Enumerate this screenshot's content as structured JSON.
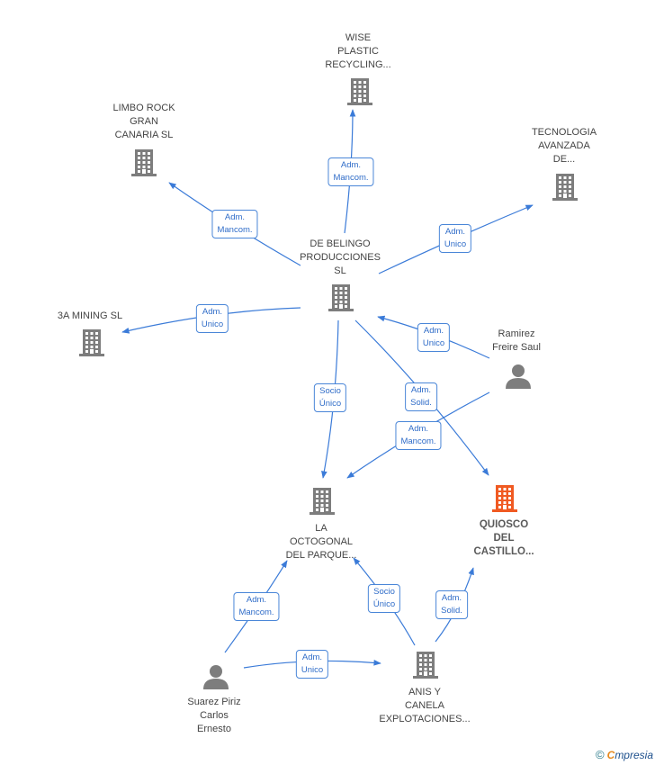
{
  "colors": {
    "edge": "#3b7bd8",
    "company": "#7d7d7d",
    "person": "#7d7d7d",
    "highlight": "#f05a22"
  },
  "nodes": [
    {
      "id": "wise",
      "type": "company",
      "lines": [
        "WISE",
        "PLASTIC",
        "RECYCLING..."
      ]
    },
    {
      "id": "limbo",
      "type": "company",
      "lines": [
        "LIMBO ROCK",
        "GRAN",
        "CANARIA  SL"
      ]
    },
    {
      "id": "tecnologia",
      "type": "company",
      "lines": [
        "TECNOLOGIA",
        "AVANZADA",
        "DE..."
      ]
    },
    {
      "id": "belingo",
      "type": "company",
      "lines": [
        "DE BELINGO",
        "PRODUCCIONES",
        "SL"
      ]
    },
    {
      "id": "mining",
      "type": "company",
      "lines": [
        "3A MINING  SL"
      ]
    },
    {
      "id": "ramirez",
      "type": "person",
      "lines": [
        "Ramirez",
        "Freire Saul"
      ]
    },
    {
      "id": "octogonal",
      "type": "company",
      "lines": [
        "LA",
        "OCTOGONAL",
        "DEL PARQUE..."
      ]
    },
    {
      "id": "quiosco",
      "type": "company",
      "highlight": true,
      "lines": [
        "QUIOSCO",
        "DEL",
        "CASTILLO..."
      ]
    },
    {
      "id": "suarez",
      "type": "person",
      "lines": [
        "Suarez Piriz",
        "Carlos",
        "Ernesto"
      ]
    },
    {
      "id": "anis",
      "type": "company",
      "lines": [
        "ANIS Y",
        "CANELA",
        "EXPLOTACIONES..."
      ]
    }
  ],
  "edges": [
    {
      "from": "belingo",
      "to": "wise",
      "label": [
        "Adm.",
        "Mancom."
      ]
    },
    {
      "from": "belingo",
      "to": "limbo",
      "label": [
        "Adm.",
        "Mancom."
      ]
    },
    {
      "from": "belingo",
      "to": "tecnologia",
      "label": [
        "Adm.",
        "Unico"
      ]
    },
    {
      "from": "belingo",
      "to": "mining",
      "label": [
        "Adm.",
        "Unico"
      ]
    },
    {
      "from": "ramirez",
      "to": "belingo",
      "label": [
        "Adm.",
        "Unico"
      ]
    },
    {
      "from": "belingo",
      "to": "octogonal",
      "label": [
        "Socio",
        "Único"
      ]
    },
    {
      "from": "belingo",
      "to": "quiosco",
      "label": [
        "Adm.",
        "Solid."
      ]
    },
    {
      "from": "ramirez",
      "to": "octogonal",
      "label": [
        "Adm.",
        "Mancom."
      ]
    },
    {
      "from": "suarez",
      "to": "octogonal",
      "label": [
        "Adm.",
        "Mancom."
      ]
    },
    {
      "from": "suarez",
      "to": "anis",
      "label": [
        "Adm.",
        "Unico"
      ]
    },
    {
      "from": "anis",
      "to": "octogonal",
      "label": [
        "Socio",
        "Único"
      ]
    },
    {
      "from": "anis",
      "to": "quiosco",
      "label": [
        "Adm.",
        "Solid."
      ]
    }
  ],
  "footer": {
    "copyright_symbol": "©",
    "brand_first": "C",
    "brand_rest": "mpresia"
  }
}
